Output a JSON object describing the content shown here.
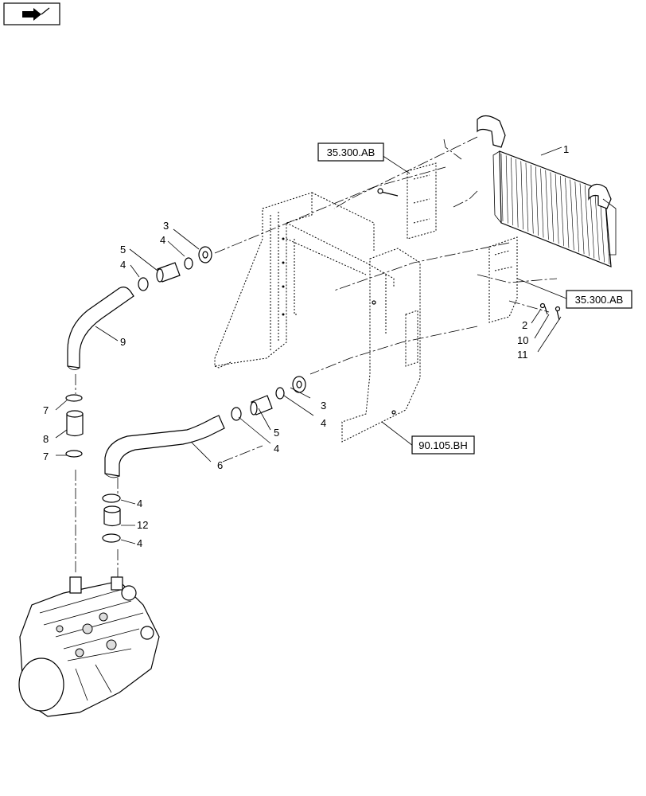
{
  "callouts": {
    "c1": "1",
    "c2": "2",
    "c3a": "3",
    "c3b": "3",
    "c4a": "4",
    "c4b": "4",
    "c4c": "4",
    "c4d": "4",
    "c4e": "4",
    "c4f": "4",
    "c5a": "5",
    "c5b": "5",
    "c6": "6",
    "c7a": "7",
    "c7b": "7",
    "c8": "8",
    "c9": "9",
    "c10": "10",
    "c11": "11",
    "c12": "12"
  },
  "refs": {
    "r1": "35.300.AB",
    "r2": "35.300.AB",
    "r3": "90.105.BH"
  }
}
